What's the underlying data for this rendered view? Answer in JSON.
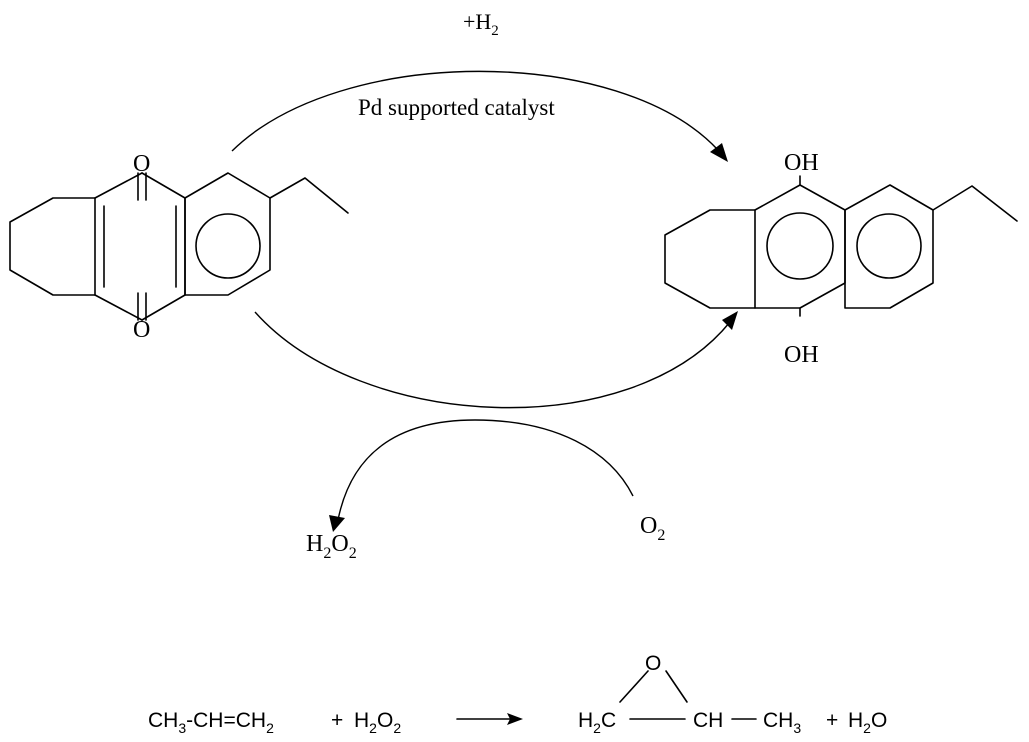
{
  "top_reaction": {
    "reagent": "+H",
    "reagent_sub": "2",
    "catalyst": "Pd supported catalyst",
    "left_molecule": {
      "top_atom": "O",
      "bottom_atom": "O"
    },
    "right_molecule": {
      "top_group": "OH",
      "bottom_group": "OH"
    },
    "oxidation": {
      "product_h": "H",
      "product_h_sub": "2",
      "product_o": "O",
      "product_o_sub": "2",
      "reactant": "O",
      "reactant_sub": "2"
    }
  },
  "bottom_reaction": {
    "propylene": {
      "ch3": "CH",
      "ch3_sub": "3",
      "rest": "-CH=CH",
      "rest_sub": "2"
    },
    "plus1": "+",
    "peroxide": {
      "h": "H",
      "h_sub": "2",
      "o": "O",
      "o_sub": "2"
    },
    "epoxide": {
      "ring_o": "O",
      "h2c": "H",
      "h2c_sub": "2",
      "h2c_c": "C",
      "ch": "CH",
      "ch3": "CH",
      "ch3_sub": "3"
    },
    "plus2": "+",
    "water": {
      "h": "H",
      "h_sub": "2",
      "o": "O"
    }
  }
}
